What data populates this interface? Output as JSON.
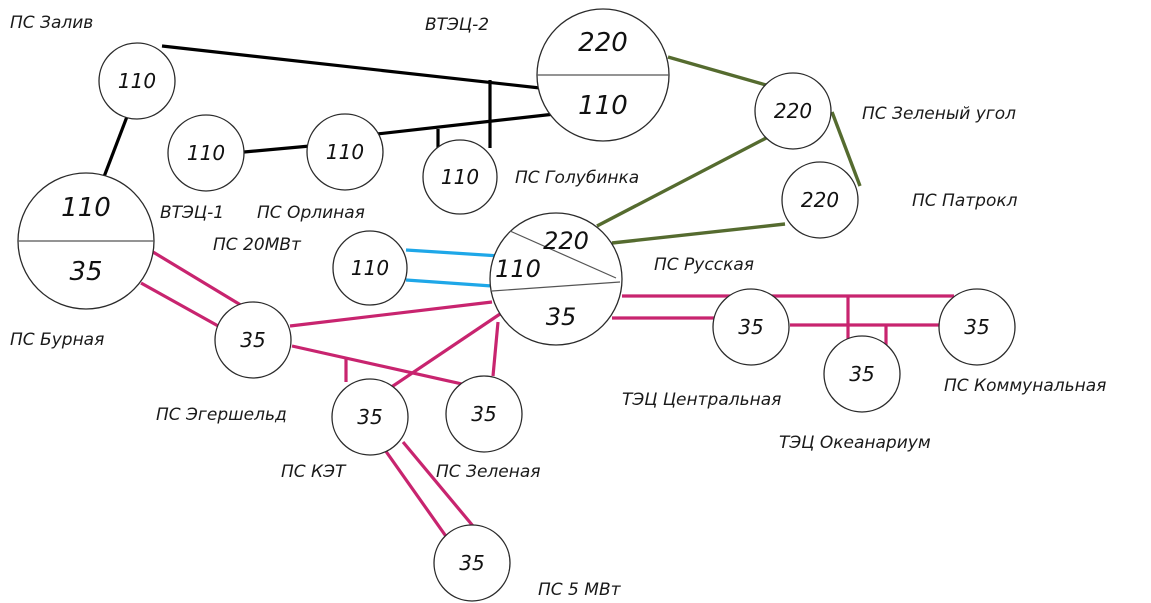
{
  "colors": {
    "line_110": "#000000",
    "line_220": "#556b2f",
    "line_35": "#c8246f",
    "line_blue": "#1ea7e8"
  },
  "labels": {
    "ps_zaliv": "ПС Залив",
    "vtec2": "ВТЭЦ-2",
    "ps_zeleny_ugol": "ПС Зеленый угол",
    "ps_golubinka": "ПС Голубинка",
    "ps_patrokl": "ПС Патрокл",
    "vtec1": "ВТЭЦ-1",
    "ps_orlinaya": "ПС Орлиная",
    "ps_20mw": "ПС 20МВт",
    "ps_russkaya": "ПС Русская",
    "ps_burnaya": "ПС Бурная",
    "ps_egersheld": "ПС Эгершельд",
    "tec_centralnaya": "ТЭЦ Центральная",
    "ps_kommunalnaya": "ПС Коммунальная",
    "tec_okeanarium": "ТЭЦ Океанариум",
    "ps_ket": "ПС КЭТ",
    "ps_zelenaya": "ПС Зеленая",
    "ps_5mw": "ПС 5 МВт"
  },
  "voltages": {
    "zaliv": "110",
    "vtec2_top": "220",
    "vtec2_bottom": "110",
    "zeleny_ugol": "220",
    "patrokl": "220",
    "vtec1": "110",
    "orlinaya": "110",
    "golubinka": "110",
    "burnaya_top": "110",
    "burnaya_bottom": "35",
    "ps20": "110",
    "russkaya_top": "220",
    "russkaya_mid": "110",
    "russkaya_bottom": "35",
    "egersheld": "35",
    "ket": "35",
    "zelenaya": "35",
    "centralnaya": "35",
    "okeanarium": "35",
    "kommunalnaya": "35",
    "ps5": "35"
  }
}
